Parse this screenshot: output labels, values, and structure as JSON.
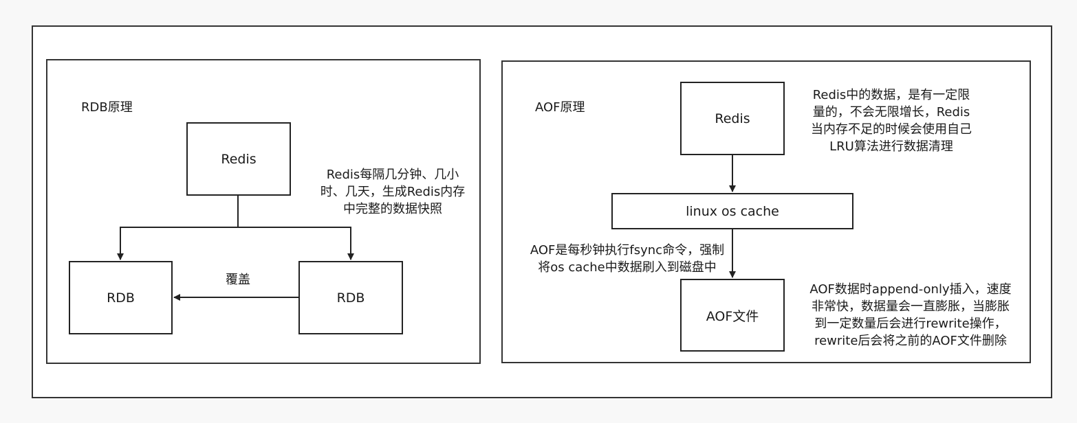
{
  "rdb": {
    "title": "RDB原理",
    "redis_box": "Redis",
    "rdb_left": "RDB",
    "rdb_right": "RDB",
    "overwrite_label": "覆盖",
    "note_lines": [
      "Redis每隔几分钟、几小",
      "时、几天，生成Redis内存",
      "中完整的数据快照"
    ]
  },
  "aof": {
    "title": "AOF原理",
    "redis_box": "Redis",
    "os_cache_box": "linux os cache",
    "aof_file_box": "AOF文件",
    "memory_note_lines": [
      "Redis中的数据，是有一定限",
      "量的，不会无限增长，Redis",
      "当内存不足的时候会使用自己",
      "LRU算法进行数据清理"
    ],
    "fsync_note_lines": [
      "AOF是每秒钟执行fsync命令，强制",
      "将os cache中数据刷入到磁盘中"
    ],
    "append_note_lines": [
      "AOF数据时append-only插入，速度",
      "非常快，数据量会一直膨胀，当膨胀",
      "到一定数量后会进行rewrite操作，",
      "rewrite后会将之前的AOF文件删除"
    ]
  }
}
